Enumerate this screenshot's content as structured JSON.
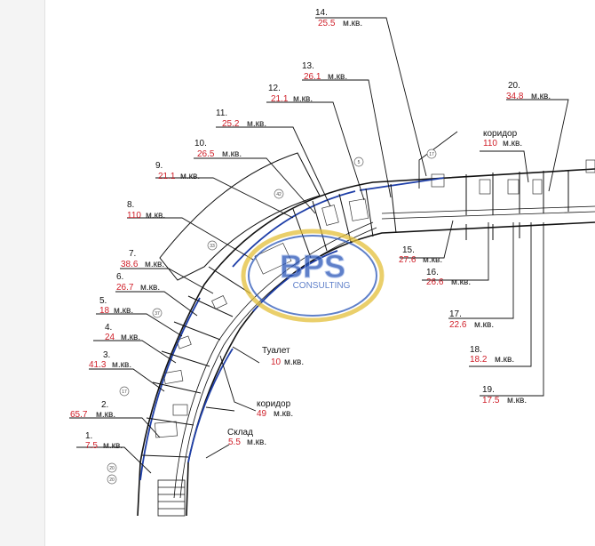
{
  "unit": "м.кв.",
  "rooms": [
    {
      "num": "1.",
      "area": "7.5"
    },
    {
      "num": "2.",
      "area": "65.7"
    },
    {
      "num": "3.",
      "area": "41.3"
    },
    {
      "num": "4.",
      "area": "24"
    },
    {
      "num": "5.",
      "area": "18"
    },
    {
      "num": "6.",
      "area": "26.7"
    },
    {
      "num": "7.",
      "area": "38.6"
    },
    {
      "num": "8.",
      "area": "110"
    },
    {
      "num": "9.",
      "area": "21.1"
    },
    {
      "num": "10.",
      "area": "26.5"
    },
    {
      "num": "11.",
      "area": "25.2"
    },
    {
      "num": "12.",
      "area": "21.1"
    },
    {
      "num": "13.",
      "area": "26.1"
    },
    {
      "num": "14.",
      "area": "25.5"
    },
    {
      "num": "15.",
      "area": "27.6"
    },
    {
      "num": "16.",
      "area": "26.6"
    },
    {
      "num": "17.",
      "area": "22.6"
    },
    {
      "num": "18.",
      "area": "18.2"
    },
    {
      "num": "19.",
      "area": "17.5"
    },
    {
      "num": "20.",
      "area": "34.8"
    }
  ],
  "named": {
    "corridor_top": {
      "name": "коридор",
      "area": "110"
    },
    "corridor_bottom": {
      "name": "коридор",
      "area": "49"
    },
    "toilet": {
      "name": "Туалет",
      "area": "10"
    },
    "storage": {
      "name": "Склад",
      "area": "5.5"
    }
  },
  "markers": [
    "17",
    "42",
    "33",
    "37",
    "17",
    "20",
    "20",
    "5"
  ],
  "watermark": {
    "logo": "BPS",
    "sub": "CONSULTING"
  },
  "colors": {
    "area_red": "#d0202a",
    "wall_blue": "#1f3fa8",
    "line": "#111111",
    "logo_blue": "#2a56b8",
    "logo_gold": "#e3c03a"
  }
}
